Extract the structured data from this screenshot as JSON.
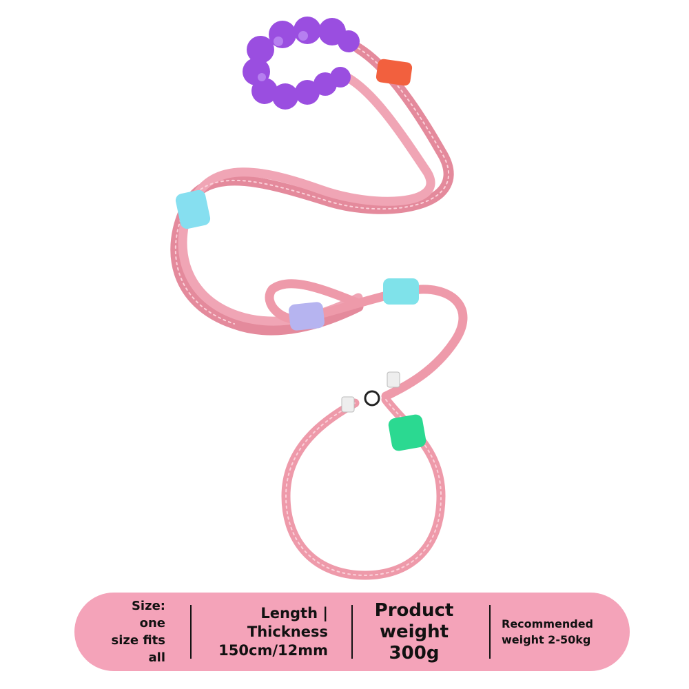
{
  "product": {
    "image_alt": "Pink rope dog leash with purple padded handle",
    "colors": {
      "rope": "#ee9aaa",
      "rope_highlight": "#fbd1da",
      "handle": "#9a4ee0",
      "sleeve_orange": "#f2603e",
      "sleeve_cyan": "#86dff0",
      "sleeve_lavender": "#b6b4f0",
      "sleeve_green": "#2bd991"
    }
  },
  "specs": {
    "size": {
      "label": "Size:",
      "value_line1": "one",
      "value_line2": "size fits",
      "value_line3": "all"
    },
    "length": {
      "label_line1": "Length |",
      "label_line2": "Thickness",
      "value": "150cm/12mm"
    },
    "product_weight": {
      "label_line1": "Product",
      "label_line2": "weight",
      "value": "300g"
    },
    "recommended": {
      "line1": "Recommended",
      "line2": "weight 2-50kg"
    },
    "bar_color": "#f4a3b9"
  }
}
